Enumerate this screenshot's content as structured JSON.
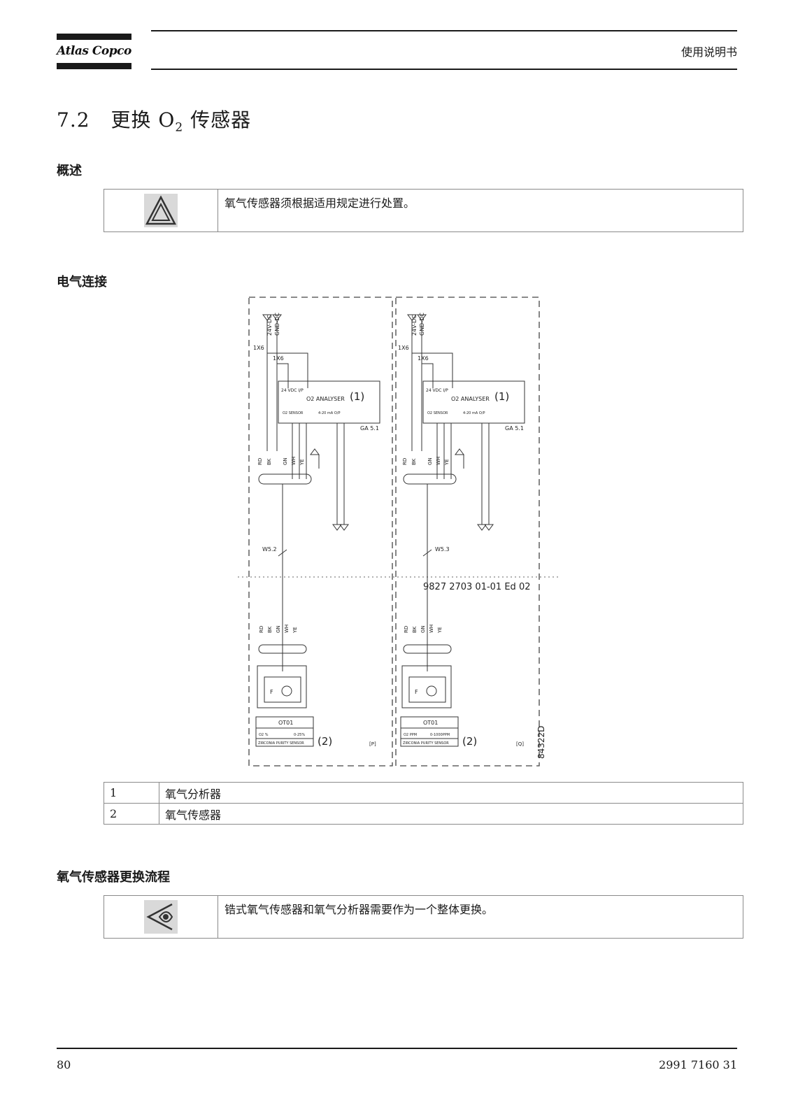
{
  "header": {
    "brand": "Atlas Copco",
    "label": "使用说明书"
  },
  "section": {
    "number": "7.2",
    "title_prefix": "更换 O",
    "title_sub": "2",
    "title_suffix": " 传感器"
  },
  "overview": {
    "heading": "概述",
    "note_icon": "warning-triangle-icon",
    "note_text": "氧气传感器须根据适用规定进行处置。"
  },
  "electrical": {
    "heading": "电气连接",
    "diagram": {
      "panel_left": {
        "analyser_label": "O2 ANALYSER",
        "analyser_ref": "(1)",
        "ga_label": "GA 5.1",
        "supply_label": "24 VDC I/P",
        "output_label": "4-20 mA O/P",
        "sensor_in_label": "O2 SENSOR",
        "cable_label": "W5.2",
        "sensor_code": "OT01",
        "sensor_range_left": "O2 %",
        "sensor_range_right": "0-25%",
        "sensor_type": "ZIRCONIA PURITY SENSOR",
        "sensor_ref": "(2)",
        "panel_tag": "[P]"
      },
      "panel_right": {
        "analyser_label": "O2 ANALYSER",
        "analyser_ref": "(1)",
        "ga_label": "GA 5.1",
        "supply_label": "24 VDC I/P",
        "output_label": "4-20 mA O/P",
        "sensor_in_label": "O2 SENSOR",
        "cable_label": "W5.3",
        "sensor_code": "OT01",
        "sensor_range_left": "O2 PPM",
        "sensor_range_right": "0-1000PPM",
        "sensor_type": "ZIRCONIA PURITY SENSOR",
        "sensor_ref": "(2)",
        "panel_tag": "[Q]"
      },
      "drawing_ref": "9827 2703 01-01 Ed 02",
      "figure_id": "84322D",
      "connector": "1X6",
      "wire_colors": [
        "RD",
        "BK",
        "GN",
        "WH",
        "YE"
      ],
      "top_labels": [
        "24V-DC",
        "GND-DC"
      ]
    },
    "legend": [
      {
        "num": "1",
        "text": "氧气分析器"
      },
      {
        "num": "2",
        "text": "氧气传感器"
      }
    ]
  },
  "procedure": {
    "heading": "氧气传感器更换流程",
    "note_icon": "eye-caution-icon",
    "note_text": "锆式氧气传感器和氧气分析器需要作为一个整体更换。"
  },
  "footer": {
    "page": "80",
    "doc_number": "2991 7160 31"
  }
}
